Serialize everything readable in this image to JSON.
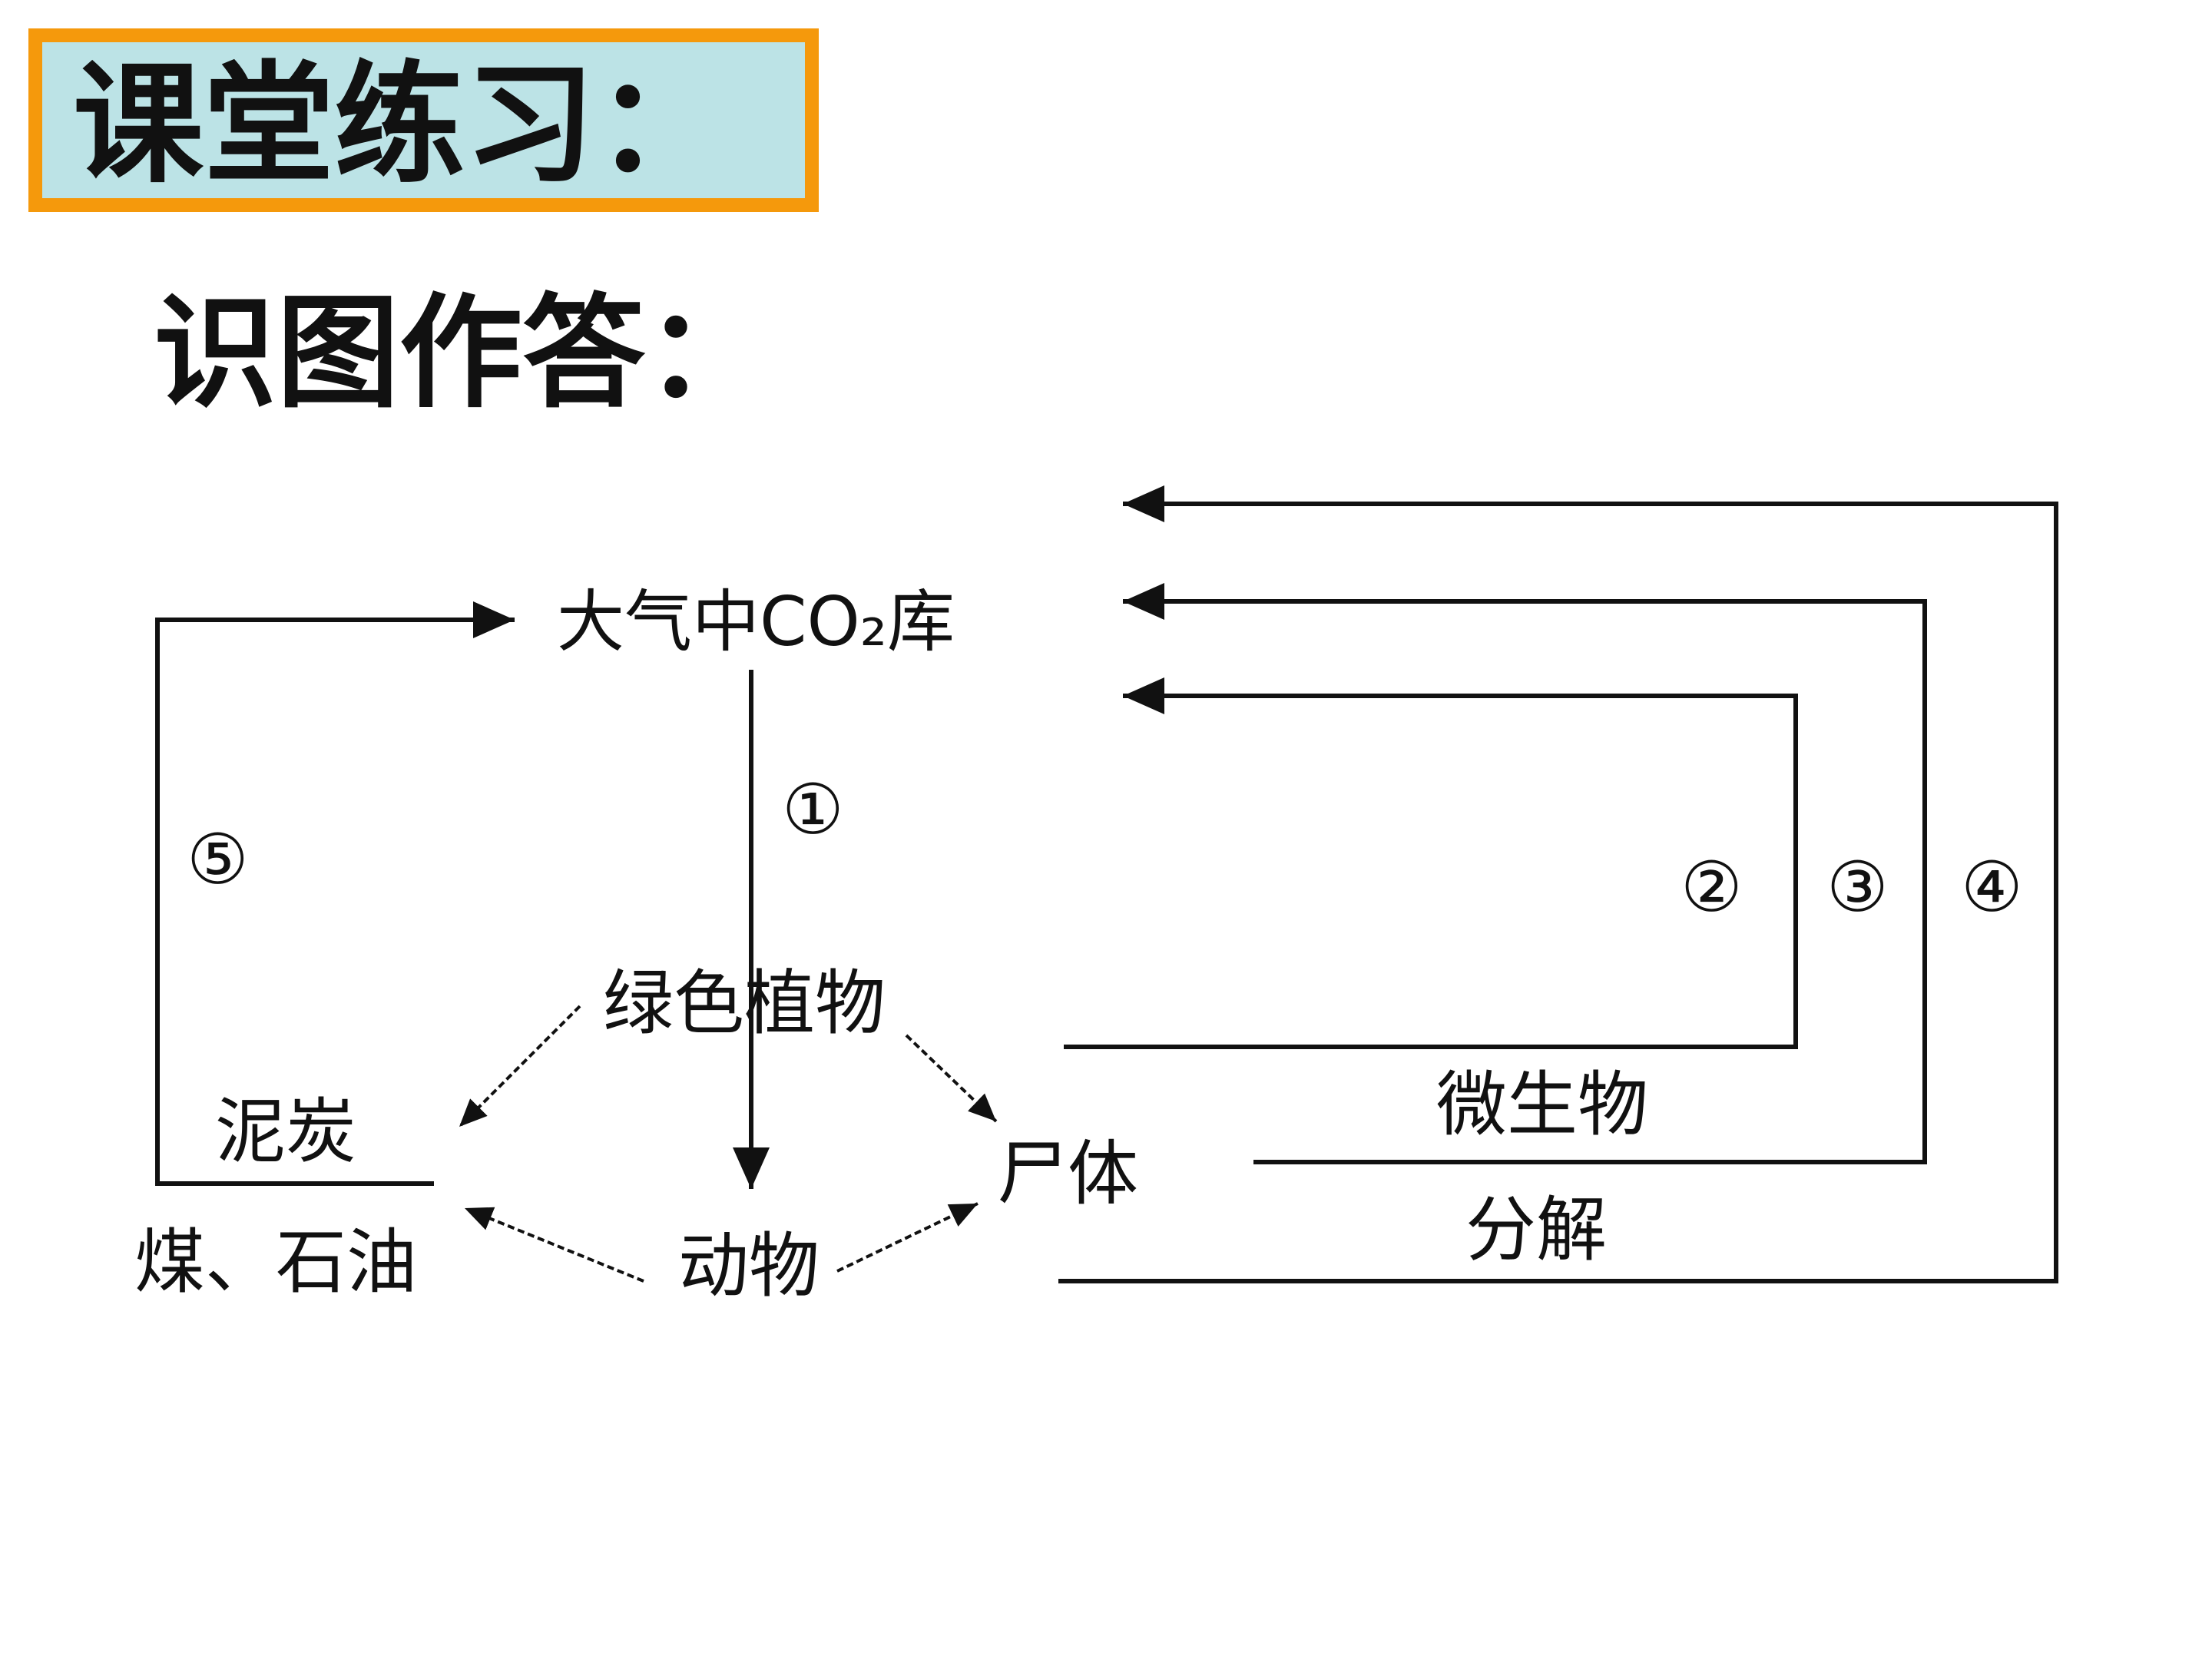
{
  "slide": {
    "title": "课堂练习：",
    "subtitle": "识图作答："
  },
  "diagram": {
    "nodes": {
      "co2": "大气中CO₂库",
      "plants": "绿色植物",
      "peat": "泥炭",
      "coal_oil": "煤、石油",
      "animals": "动物",
      "corpse": "尸体",
      "microbes": "微生物",
      "decompose": "分解"
    },
    "markers": {
      "m1": "①",
      "m2": "②",
      "m3": "③",
      "m4": "④",
      "m5": "⑤"
    }
  },
  "colors": {
    "title_border": "#f5990c",
    "title_fill": "#bce3e6",
    "ink": "#111111"
  }
}
